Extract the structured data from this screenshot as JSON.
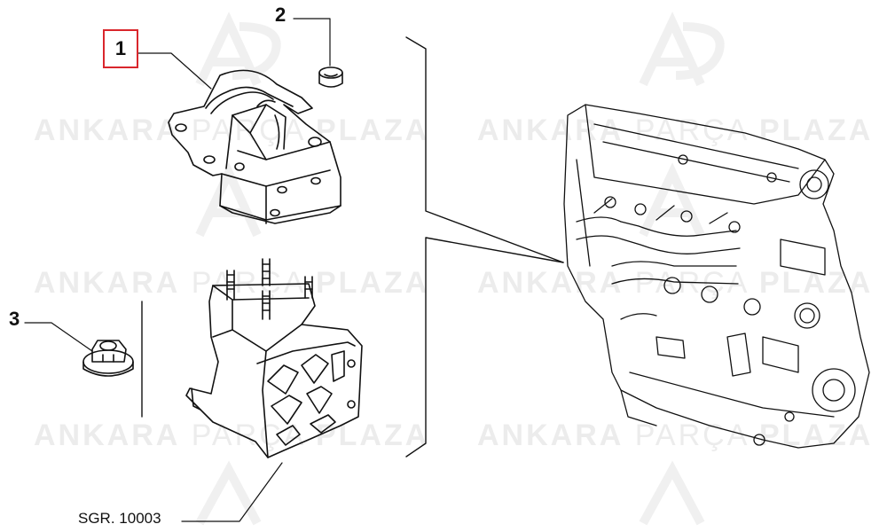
{
  "callouts": {
    "part_1": "1",
    "part_2": "2",
    "part_3": "3"
  },
  "reference_code": "SGR. 10003",
  "watermark": {
    "word_1": "ANKARA",
    "word_2": "PARÇA",
    "word_3": "PLAZA"
  },
  "colors": {
    "line": "#111111",
    "highlight": "#d9262c",
    "watermark": "#ececec",
    "background": "#ffffff"
  }
}
